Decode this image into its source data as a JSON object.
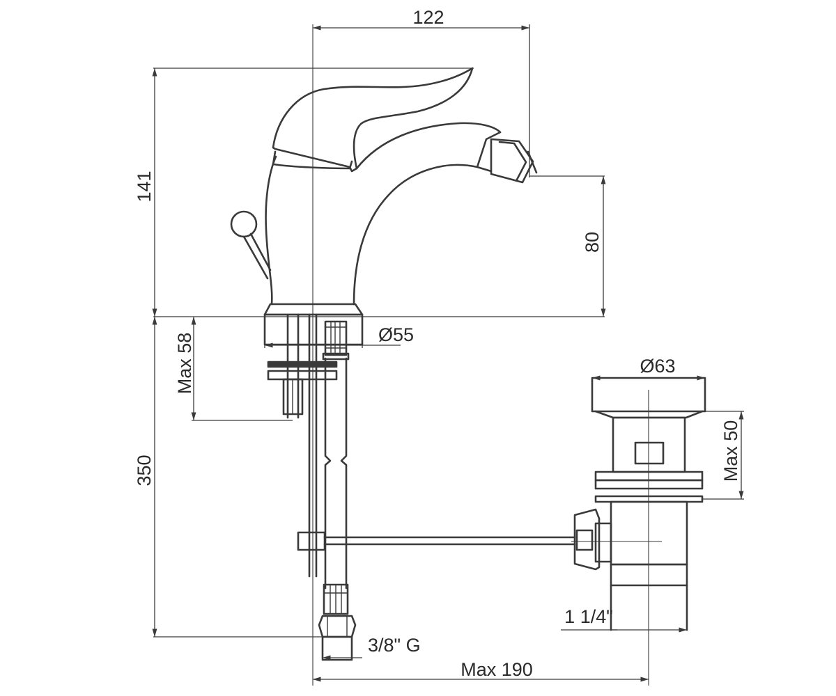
{
  "dimensions": {
    "width_122": "122",
    "height_141": "141",
    "spout_80": "80",
    "base_d55": "Ø55",
    "max_58": "Max 58",
    "supply_350": "350",
    "waste_d63": "Ø63",
    "max_50": "Max 50",
    "waste_thread": "1 1/4\"",
    "supply_thread": "3/8\" G",
    "max_190": "Max 190"
  },
  "colors": {
    "line": "#3a3a3a",
    "background": "#ffffff"
  }
}
